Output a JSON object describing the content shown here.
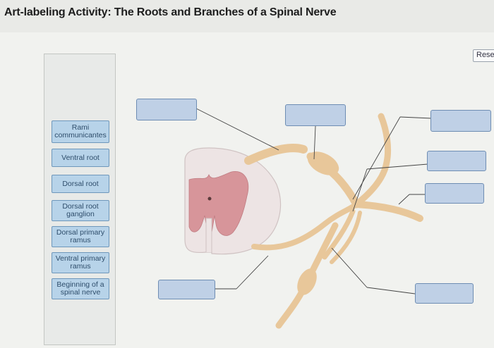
{
  "header": {
    "title": "Art-labeling Activity: The Roots and Branches of a Spinal Nerve"
  },
  "toolbar": {
    "reset_label": "Rese"
  },
  "labels": [
    "Rami communicantes",
    "Ventral root",
    "Dorsal root",
    "Dorsal root ganglion",
    "Dorsal primary ramus",
    "Ventral primary ramus",
    "Beginning of a spinal nerve"
  ],
  "colors": {
    "tile_fill": "#b7d3e9",
    "target_fill": "#bfd0e6",
    "nerve": "#e8c79a",
    "grey_matter": "#d7959a",
    "white_matter": "#ede4e4"
  }
}
